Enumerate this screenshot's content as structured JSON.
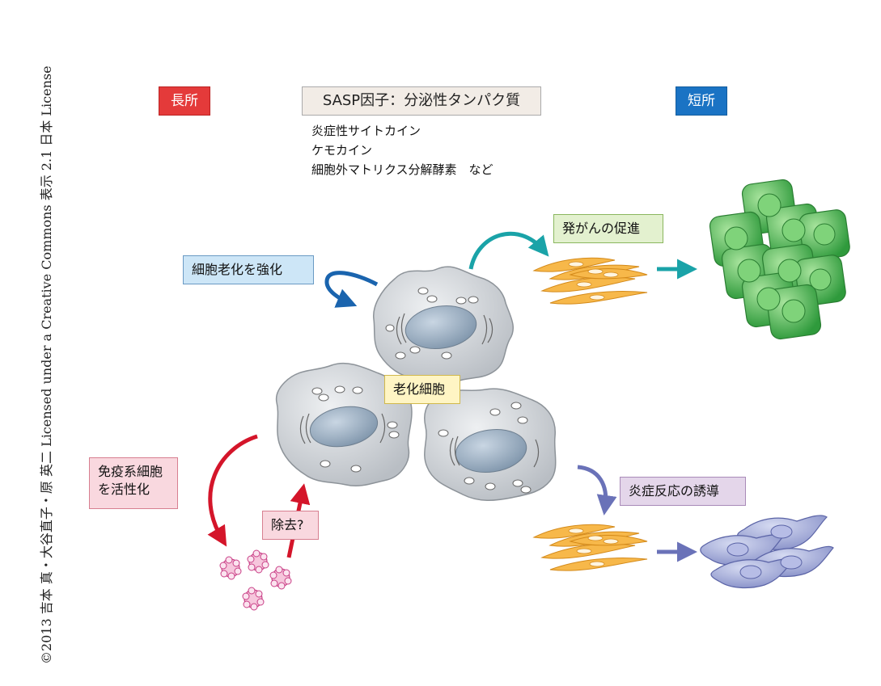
{
  "copyright": "©2013 吉本 真・大谷直子・原 英二 Licensed under a Creative Commons 表示 2.1 日本 License",
  "labels": {
    "advantage": "長所",
    "sasp_title": "SASP因子：分泌性タンパク質",
    "disadvantage": "短所"
  },
  "sasp_items": [
    "炎症性サイトカイン",
    "ケモカイン",
    "細胞外マトリクス分解酵素　など"
  ],
  "boxes": {
    "reinforce": "細胞老化を強化",
    "cancer": "発がんの促進",
    "senescent": "老化細胞",
    "immune": "免疫系細胞を活性化",
    "removal": "除去?",
    "inflammation": "炎症反応の誘導"
  },
  "colors": {
    "advantage": "#e43a3a",
    "disadvantage": "#1a73c4",
    "cell_body": "#cfd3d7",
    "nucleus": "#97a9ba",
    "fibroblast": "#f7b84a",
    "tumor": "#4cbf57",
    "macrophage": "#9aa4da",
    "immune_cell": "#f2a6c8",
    "arrow_blue": "#1a64ae",
    "arrow_teal": "#1aa3a8",
    "arrow_red": "#d4152a",
    "arrow_purple": "#6a72b8"
  },
  "icons": [
    "senescent-cell",
    "fibroblast",
    "tumor-cell",
    "macrophage",
    "immune-cell"
  ]
}
